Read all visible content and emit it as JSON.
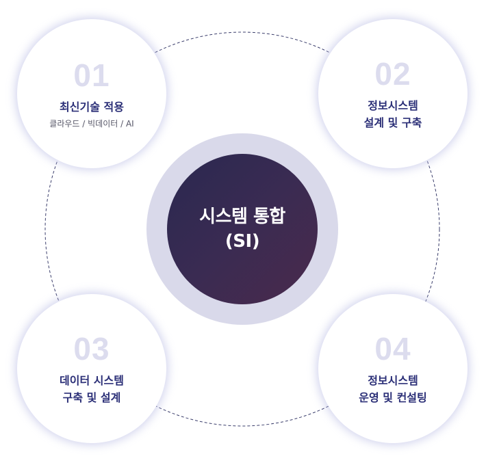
{
  "center": {
    "line1": "시스템 통합",
    "line2": "(SI)"
  },
  "items": [
    {
      "number": "01",
      "title_lines": [
        "최신기술 적용"
      ],
      "subtitle": "클라우드 / 빅데이터 / AI"
    },
    {
      "number": "02",
      "title_lines": [
        "정보시스템",
        "설계 및 구축"
      ]
    },
    {
      "number": "03",
      "title_lines": [
        "데이터 시스템",
        "구축 및 설계"
      ]
    },
    {
      "number": "04",
      "title_lines": [
        "정보시스템",
        "운영 및 컨설팅"
      ]
    }
  ],
  "colors": {
    "title": "#2b2f77",
    "number": "#dcdcee",
    "center_ring": "#d9d9ea",
    "center_gradient_start": "#2a2850",
    "center_gradient_end": "#4a2a4c",
    "connector": "#3a3d6b"
  }
}
